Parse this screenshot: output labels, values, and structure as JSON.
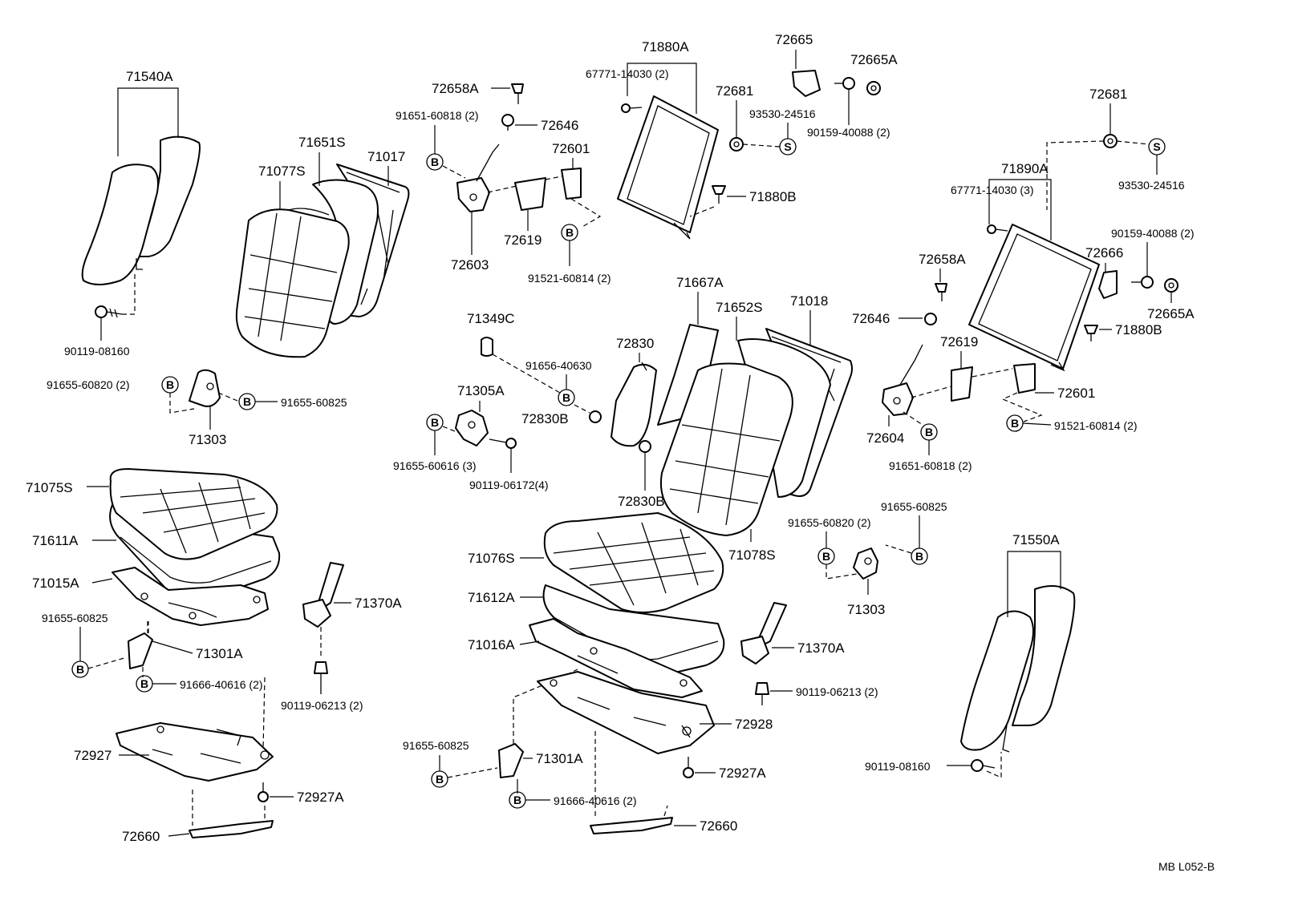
{
  "diagram": {
    "labels": {
      "p71540A": "71540A",
      "p90119_08160_l": "90119-08160",
      "p91655_60820_l": "91655-60820 (2)",
      "p91655_60825_l": "91655-60825",
      "p71303_l": "71303",
      "p71075S": "71075S",
      "p71611A": "71611A",
      "p71015A": "71015A",
      "p91655_60825_l2": "91655-60825",
      "p71301A_l": "71301A",
      "p91666_40616_l": "91666-40616 (2)",
      "p71370A_l": "71370A",
      "p90119_06213_l": "90119-06213 (2)",
      "p72927": "72927",
      "p72927A_l": "72927A",
      "p72660_l": "72660",
      "p71077S": "71077S",
      "p71651S": "71651S",
      "p71017": "71017",
      "p72658A_1": "72658A",
      "p91651_60818_1": "91651-60818 (2)",
      "p72646_1": "72646",
      "p72601_1": "72601",
      "p72603": "72603",
      "p72619_1": "72619",
      "p91521_60814_1": "91521-60814 (2)",
      "p71880A": "71880A",
      "p67771_1": "67771-14030 (2)",
      "p72681_1": "72681",
      "p93530_1": "93530-24516",
      "p71880B_1": "71880B",
      "p72665": "72665",
      "p72665A_1": "72665A",
      "p90159_1": "90159-40088 (2)",
      "p71349C": "71349C",
      "p91656_40630": "91656-40630",
      "p71305A": "71305A",
      "p72830B_1": "72830B",
      "p91655_60616": "91655-60616 (3)",
      "p90119_06172": "90119-06172(4)",
      "p72830": "72830",
      "p72830B_2": "72830B",
      "p71667A": "71667A",
      "p71652S": "71652S",
      "p71018": "71018",
      "p71076S": "71076S",
      "p71612A": "71612A",
      "p71016A": "71016A",
      "p71078S": "71078S",
      "p91655_60825_c": "91655-60825",
      "p71301A_c": "71301A",
      "p91666_40616_c": "91666-40616 (2)",
      "p71370A_r": "71370A",
      "p90119_06213_r": "90119-06213 (2)",
      "p72928": "72928",
      "p72927A_c": "72927A",
      "p72660_c": "72660",
      "p72681_2": "72681",
      "p93530_2": "93530-24516",
      "p71890A": "71890A",
      "p67771_2": "67771-14030 (3)",
      "p90159_2": "90159-40088 (2)",
      "p72658A_2": "72658A",
      "p72666": "72666",
      "p72665A_2": "72665A",
      "p72646_2": "72646",
      "p71880B_2": "71880B",
      "p72619_2": "72619",
      "p72601_2": "72601",
      "p72604": "72604",
      "p91521_60814_2": "91521-60814 (2)",
      "p91651_60818_2": "91651-60818 (2)",
      "p91655_60820_r": "91655-60820 (2)",
      "p91655_60825_r": "91655-60825",
      "p71303_r": "71303",
      "p71550A": "71550A",
      "p90119_08160_r": "90119-08160",
      "ref_code": "MB   L052-B"
    },
    "symbols": {
      "bolt": "B",
      "screw": "S"
    }
  }
}
